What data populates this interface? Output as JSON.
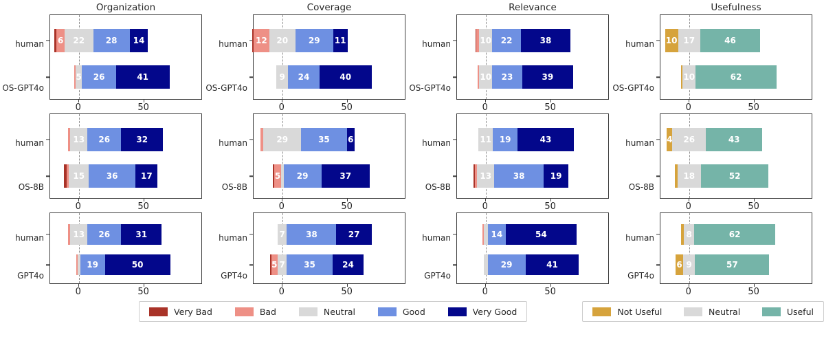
{
  "chart_data": {
    "type": "bar",
    "subtype": "diverging_stacked_likert",
    "column_titles": [
      "Organization",
      "Coverage",
      "Relevance",
      "Usefulness"
    ],
    "x_ticks": [
      0,
      50
    ],
    "x_tick_labels": [
      "0",
      "50"
    ],
    "x_range": [
      -22,
      95
    ],
    "zero_line_style": "dashed",
    "label_min_value": 4,
    "series_colors": {
      "very_bad": "#a93328",
      "bad": "#ee9086",
      "neutral": "#d9d9d9",
      "good": "#6e90e2",
      "very_good": "#03078b",
      "not_useful": "#d6a33c",
      "useful": "#75b4a8"
    },
    "rows": [
      {
        "pair": [
          "human",
          "OS-GPT4o"
        ],
        "panels": [
          {
            "metric": "Organization",
            "bars": [
              {
                "label": "human",
                "segments": [
                  {
                    "key": "very_bad",
                    "value": 2
                  },
                  {
                    "key": "bad",
                    "value": 6
                  },
                  {
                    "key": "neutral",
                    "value": 22
                  },
                  {
                    "key": "good",
                    "value": 28
                  },
                  {
                    "key": "very_good",
                    "value": 14
                  }
                ]
              },
              {
                "label": "OS-GPT4o",
                "segments": [
                  {
                    "key": "very_bad",
                    "value": 0
                  },
                  {
                    "key": "bad",
                    "value": 1
                  },
                  {
                    "key": "neutral",
                    "value": 5
                  },
                  {
                    "key": "good",
                    "value": 26
                  },
                  {
                    "key": "very_good",
                    "value": 41
                  }
                ]
              }
            ]
          },
          {
            "metric": "Coverage",
            "bars": [
              {
                "label": "human",
                "segments": [
                  {
                    "key": "very_bad",
                    "value": 1
                  },
                  {
                    "key": "bad",
                    "value": 12
                  },
                  {
                    "key": "neutral",
                    "value": 20
                  },
                  {
                    "key": "good",
                    "value": 29
                  },
                  {
                    "key": "very_good",
                    "value": 11
                  }
                ]
              },
              {
                "label": "OS-GPT4o",
                "segments": [
                  {
                    "key": "very_bad",
                    "value": 0
                  },
                  {
                    "key": "bad",
                    "value": 0
                  },
                  {
                    "key": "neutral",
                    "value": 9
                  },
                  {
                    "key": "good",
                    "value": 24
                  },
                  {
                    "key": "very_good",
                    "value": 40
                  }
                ]
              }
            ]
          },
          {
            "metric": "Relevance",
            "bars": [
              {
                "label": "human",
                "segments": [
                  {
                    "key": "very_bad",
                    "value": 1
                  },
                  {
                    "key": "bad",
                    "value": 2
                  },
                  {
                    "key": "neutral",
                    "value": 10
                  },
                  {
                    "key": "good",
                    "value": 22
                  },
                  {
                    "key": "very_good",
                    "value": 38
                  }
                ]
              },
              {
                "label": "OS-GPT4o",
                "segments": [
                  {
                    "key": "very_bad",
                    "value": 0
                  },
                  {
                    "key": "bad",
                    "value": 1
                  },
                  {
                    "key": "neutral",
                    "value": 10
                  },
                  {
                    "key": "good",
                    "value": 23
                  },
                  {
                    "key": "very_good",
                    "value": 39
                  }
                ]
              }
            ]
          },
          {
            "metric": "Usefulness",
            "bars": [
              {
                "label": "human",
                "segments": [
                  {
                    "key": "not_useful",
                    "value": 10
                  },
                  {
                    "key": "neutral",
                    "value": 17
                  },
                  {
                    "key": "useful",
                    "value": 46
                  }
                ]
              },
              {
                "label": "OS-GPT4o",
                "segments": [
                  {
                    "key": "not_useful",
                    "value": 1
                  },
                  {
                    "key": "neutral",
                    "value": 10
                  },
                  {
                    "key": "useful",
                    "value": 62
                  }
                ]
              }
            ]
          }
        ]
      },
      {
        "pair": [
          "human",
          "OS-8B"
        ],
        "panels": [
          {
            "metric": "Organization",
            "bars": [
              {
                "label": "human",
                "segments": [
                  {
                    "key": "very_bad",
                    "value": 0
                  },
                  {
                    "key": "bad",
                    "value": 2
                  },
                  {
                    "key": "neutral",
                    "value": 13
                  },
                  {
                    "key": "good",
                    "value": 26
                  },
                  {
                    "key": "very_good",
                    "value": 32
                  }
                ]
              },
              {
                "label": "OS-8B",
                "segments": [
                  {
                    "key": "very_bad",
                    "value": 2
                  },
                  {
                    "key": "bad",
                    "value": 2
                  },
                  {
                    "key": "neutral",
                    "value": 15
                  },
                  {
                    "key": "good",
                    "value": 36
                  },
                  {
                    "key": "very_good",
                    "value": 17
                  }
                ]
              }
            ]
          },
          {
            "metric": "Coverage",
            "bars": [
              {
                "label": "human",
                "segments": [
                  {
                    "key": "very_bad",
                    "value": 0
                  },
                  {
                    "key": "bad",
                    "value": 2
                  },
                  {
                    "key": "neutral",
                    "value": 29
                  },
                  {
                    "key": "good",
                    "value": 35
                  },
                  {
                    "key": "very_good",
                    "value": 6
                  }
                ]
              },
              {
                "label": "OS-8B",
                "segments": [
                  {
                    "key": "very_bad",
                    "value": 1
                  },
                  {
                    "key": "bad",
                    "value": 5
                  },
                  {
                    "key": "neutral",
                    "value": 2
                  },
                  {
                    "key": "good",
                    "value": 29
                  },
                  {
                    "key": "very_good",
                    "value": 37
                  }
                ]
              }
            ]
          },
          {
            "metric": "Relevance",
            "bars": [
              {
                "label": "human",
                "segments": [
                  {
                    "key": "very_bad",
                    "value": 0
                  },
                  {
                    "key": "bad",
                    "value": 0
                  },
                  {
                    "key": "neutral",
                    "value": 11
                  },
                  {
                    "key": "good",
                    "value": 19
                  },
                  {
                    "key": "very_good",
                    "value": 43
                  }
                ]
              },
              {
                "label": "OS-8B",
                "segments": [
                  {
                    "key": "very_bad",
                    "value": 1
                  },
                  {
                    "key": "bad",
                    "value": 2
                  },
                  {
                    "key": "neutral",
                    "value": 13
                  },
                  {
                    "key": "good",
                    "value": 38
                  },
                  {
                    "key": "very_good",
                    "value": 19
                  }
                ]
              }
            ]
          },
          {
            "metric": "Usefulness",
            "bars": [
              {
                "label": "human",
                "segments": [
                  {
                    "key": "not_useful",
                    "value": 4
                  },
                  {
                    "key": "neutral",
                    "value": 26
                  },
                  {
                    "key": "useful",
                    "value": 43
                  }
                ]
              },
              {
                "label": "OS-8B",
                "segments": [
                  {
                    "key": "not_useful",
                    "value": 2
                  },
                  {
                    "key": "neutral",
                    "value": 18
                  },
                  {
                    "key": "useful",
                    "value": 52
                  }
                ]
              }
            ]
          }
        ]
      },
      {
        "pair": [
          "human",
          "GPT4o"
        ],
        "panels": [
          {
            "metric": "Organization",
            "bars": [
              {
                "label": "human",
                "segments": [
                  {
                    "key": "very_bad",
                    "value": 0
                  },
                  {
                    "key": "bad",
                    "value": 2
                  },
                  {
                    "key": "neutral",
                    "value": 13
                  },
                  {
                    "key": "good",
                    "value": 26
                  },
                  {
                    "key": "very_good",
                    "value": 31
                  }
                ]
              },
              {
                "label": "GPT4o",
                "segments": [
                  {
                    "key": "very_bad",
                    "value": 0
                  },
                  {
                    "key": "bad",
                    "value": 1
                  },
                  {
                    "key": "neutral",
                    "value": 2
                  },
                  {
                    "key": "good",
                    "value": 19
                  },
                  {
                    "key": "very_good",
                    "value": 50
                  }
                ]
              }
            ]
          },
          {
            "metric": "Coverage",
            "bars": [
              {
                "label": "human",
                "segments": [
                  {
                    "key": "very_bad",
                    "value": 0
                  },
                  {
                    "key": "bad",
                    "value": 0
                  },
                  {
                    "key": "neutral",
                    "value": 7
                  },
                  {
                    "key": "good",
                    "value": 38
                  },
                  {
                    "key": "very_good",
                    "value": 27
                  }
                ]
              },
              {
                "label": "GPT4o",
                "segments": [
                  {
                    "key": "very_bad",
                    "value": 1
                  },
                  {
                    "key": "bad",
                    "value": 5
                  },
                  {
                    "key": "neutral",
                    "value": 7
                  },
                  {
                    "key": "good",
                    "value": 35
                  },
                  {
                    "key": "very_good",
                    "value": 24
                  }
                ]
              }
            ]
          },
          {
            "metric": "Relevance",
            "bars": [
              {
                "label": "human",
                "segments": [
                  {
                    "key": "very_bad",
                    "value": 0
                  },
                  {
                    "key": "bad",
                    "value": 1
                  },
                  {
                    "key": "neutral",
                    "value": 3
                  },
                  {
                    "key": "good",
                    "value": 14
                  },
                  {
                    "key": "very_good",
                    "value": 54
                  }
                ]
              },
              {
                "label": "GPT4o",
                "segments": [
                  {
                    "key": "very_bad",
                    "value": 0
                  },
                  {
                    "key": "bad",
                    "value": 0
                  },
                  {
                    "key": "neutral",
                    "value": 3
                  },
                  {
                    "key": "good",
                    "value": 29
                  },
                  {
                    "key": "very_good",
                    "value": 41
                  }
                ]
              }
            ]
          },
          {
            "metric": "Usefulness",
            "bars": [
              {
                "label": "human",
                "segments": [
                  {
                    "key": "not_useful",
                    "value": 2
                  },
                  {
                    "key": "neutral",
                    "value": 8
                  },
                  {
                    "key": "useful",
                    "value": 62
                  }
                ]
              },
              {
                "label": "GPT4o",
                "segments": [
                  {
                    "key": "not_useful",
                    "value": 6
                  },
                  {
                    "key": "neutral",
                    "value": 9
                  },
                  {
                    "key": "useful",
                    "value": 57
                  }
                ]
              }
            ]
          }
        ]
      }
    ],
    "legend_quality": [
      {
        "label": "Very Bad",
        "color": "#a93328"
      },
      {
        "label": "Bad",
        "color": "#ee9086"
      },
      {
        "label": "Neutral",
        "color": "#d9d9d9"
      },
      {
        "label": "Good",
        "color": "#6e90e2"
      },
      {
        "label": "Very Good",
        "color": "#03078b"
      }
    ],
    "legend_usefulness": [
      {
        "label": "Not Useful",
        "color": "#d6a33c"
      },
      {
        "label": "Neutral",
        "color": "#d9d9d9"
      },
      {
        "label": "Useful",
        "color": "#75b4a8"
      }
    ]
  }
}
